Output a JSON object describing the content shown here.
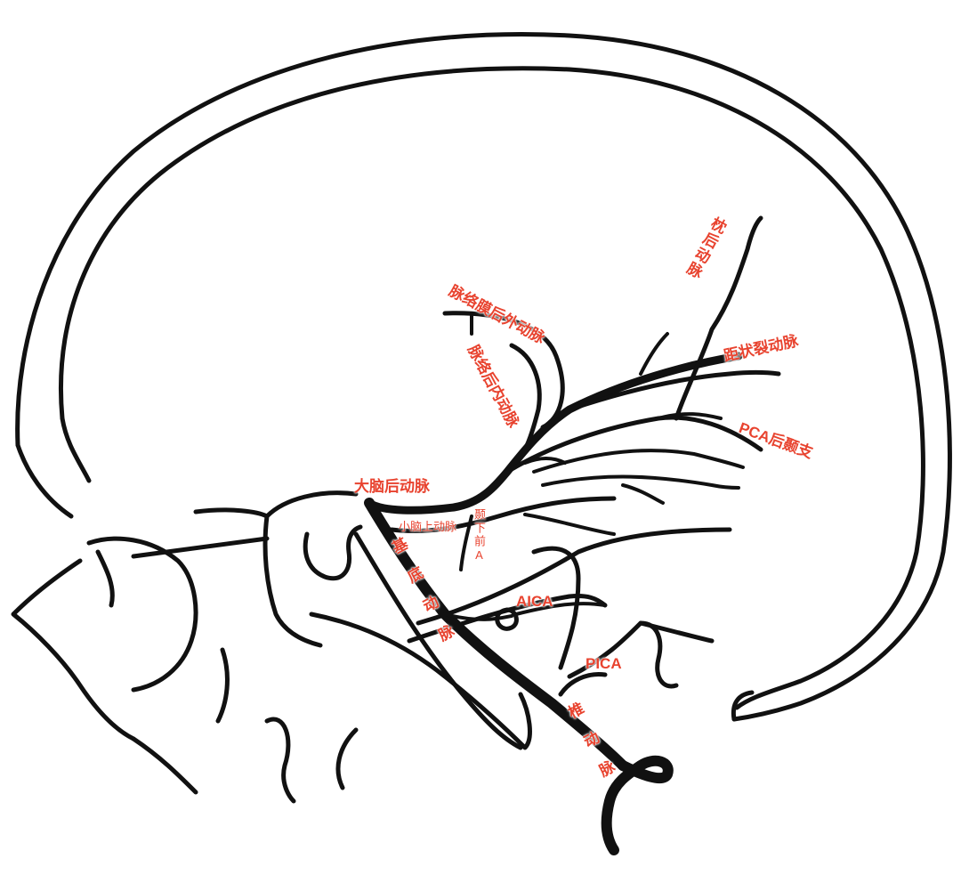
{
  "labels": {
    "occipital_artery": "枕后动脉",
    "posterior_lateral_choroidal": "脉络膜后外动脉",
    "posterior_medial_choroidal": "脉络后内动脉",
    "calcarine_artery": "距状裂动脉",
    "pca_posterior_temporal": "PCA后颞支",
    "posterior_cerebral_artery": "大脑后动脉",
    "superior_cerebellar_artery": "小脑上动脉",
    "anterior_temporal": "颞下前A",
    "basilar_artery": "基底动脉",
    "aica": "AICA",
    "pica": "PICA",
    "vertebral_artery": "椎动脉"
  },
  "colors": {
    "label": "#e8432f",
    "stroke": "#111111",
    "background": "#ffffff"
  }
}
